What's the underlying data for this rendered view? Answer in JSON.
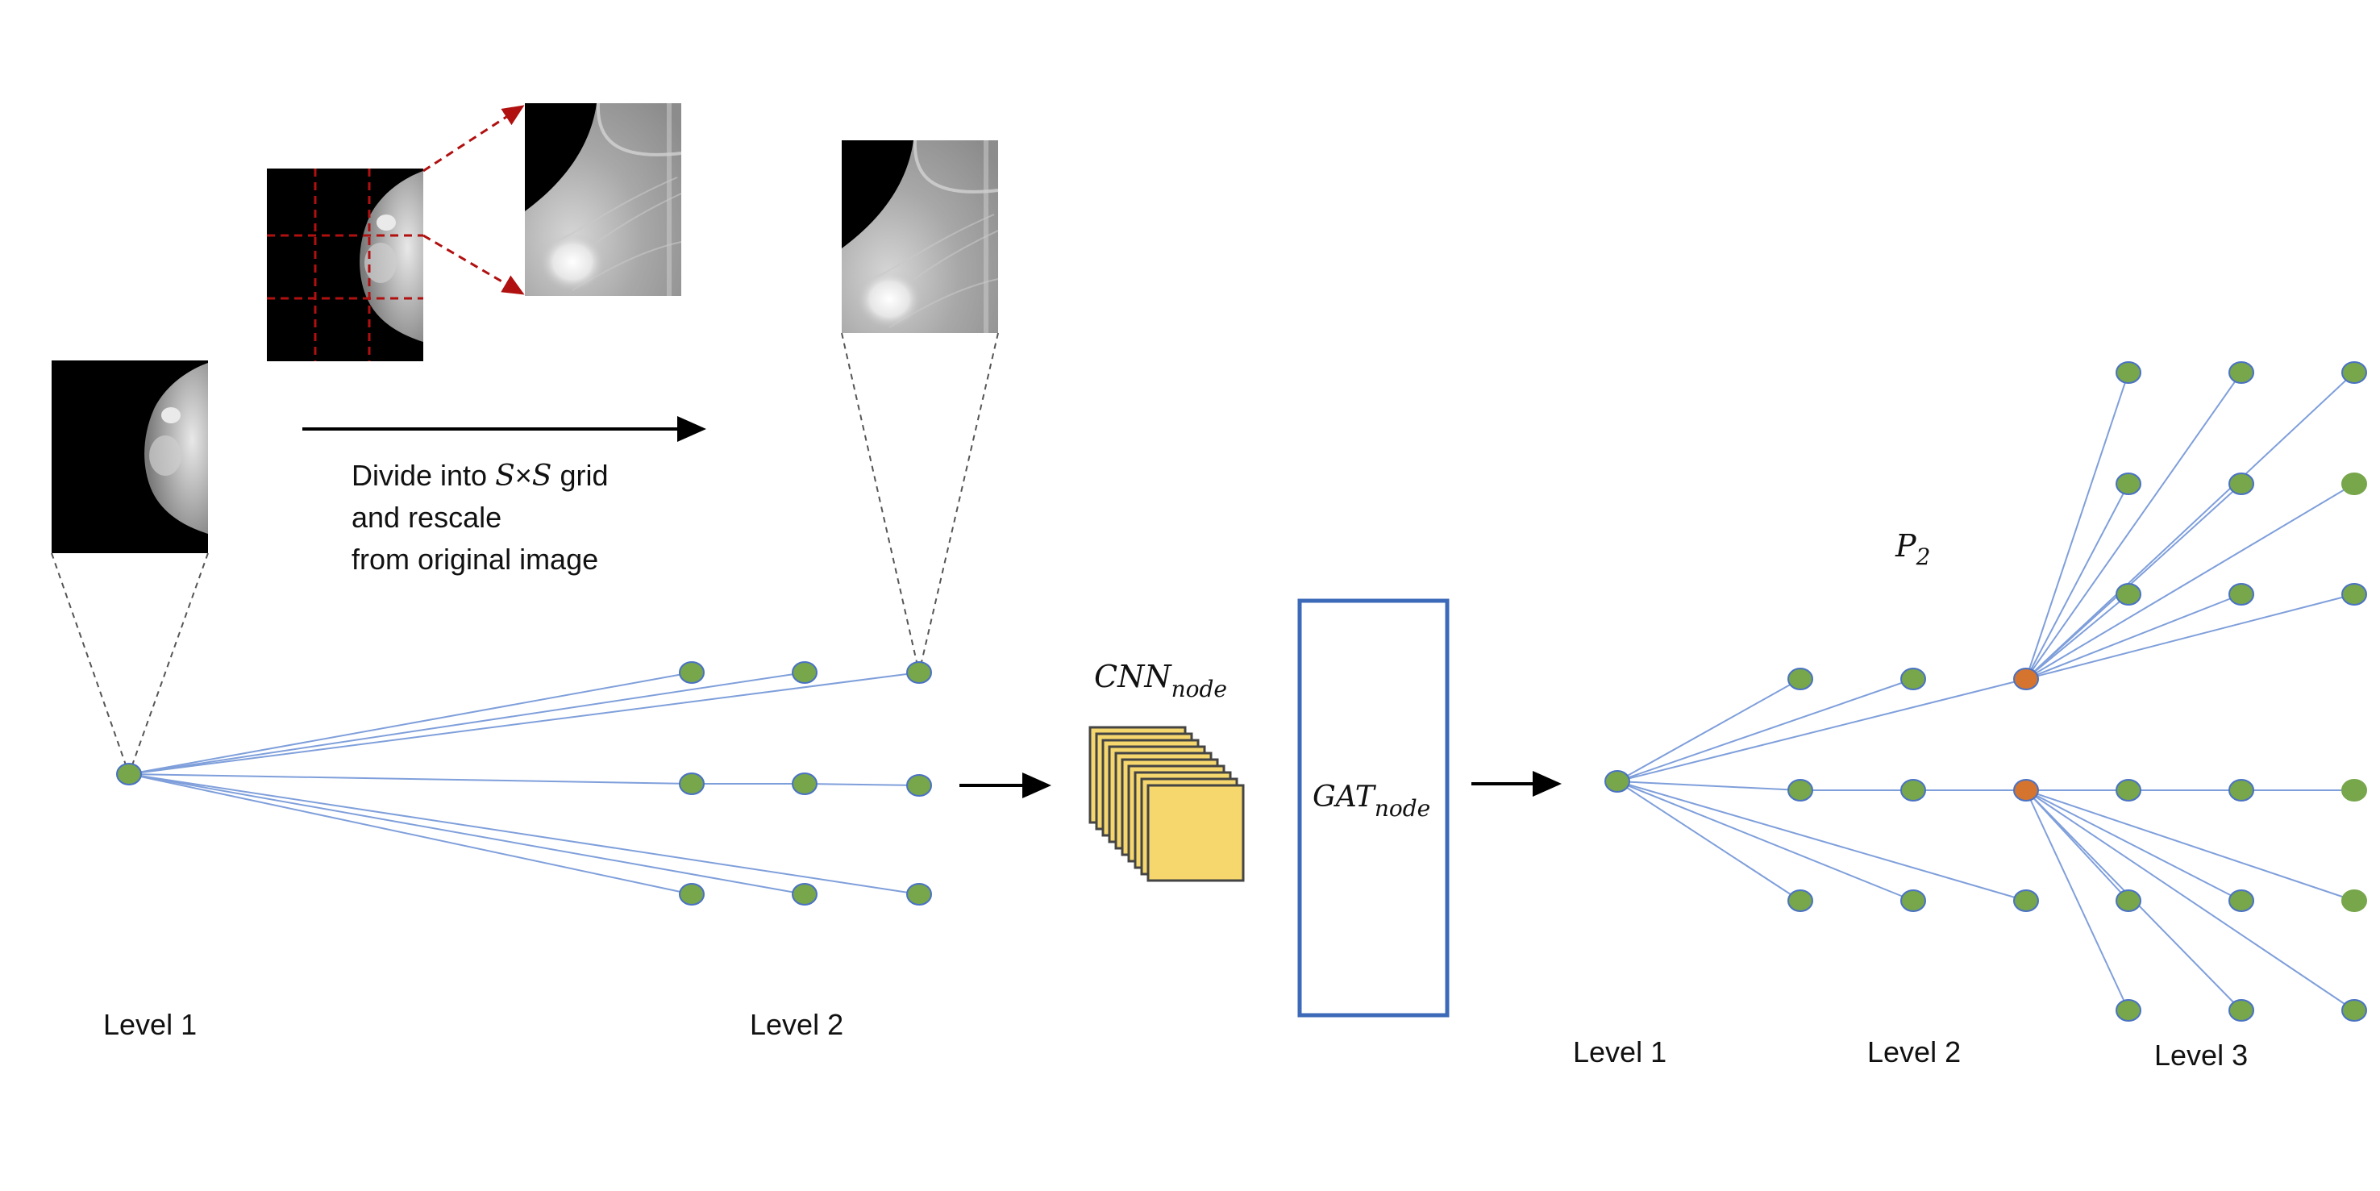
{
  "left": {
    "caption_line1_pre": "Divide into ",
    "caption_S1": "S",
    "caption_times": "×",
    "caption_S2": "S",
    "caption_line1_post": " grid",
    "caption_line2": "and rescale",
    "caption_line3": "from original image",
    "level1": "Level 1",
    "level2": "Level 2"
  },
  "cnn": {
    "main": "CNN",
    "sub": "node"
  },
  "gat": {
    "main": "GAT",
    "sub": "node"
  },
  "right": {
    "p_main": "P",
    "p_sub": "2",
    "level1": "Level 1",
    "level2": "Level 2",
    "level3": "Level 3"
  },
  "colors": {
    "node_green": "#77a64b",
    "node_orange": "#d4742f",
    "node_stroke": "#4a72c4",
    "edge": "#7f9fdb",
    "gat_border": "#3c6ab8",
    "cnn_fill": "#f5d76e",
    "cnn_stroke": "#444444",
    "grid_dash": "#b01010"
  }
}
